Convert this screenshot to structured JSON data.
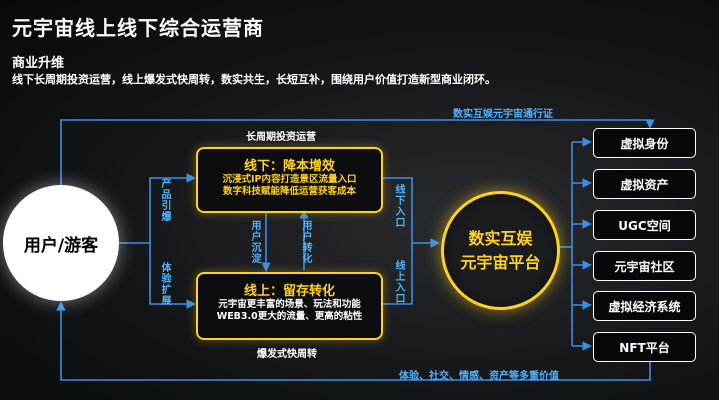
{
  "title": "元宇宙线上线下综合运营商",
  "subtitle": "商业升维",
  "description": "线下长周期投资运营，线上爆发式快周转，数实共生，长短互补，围绕用户价值打造新型商业闭环。",
  "user_node": "用户/游客",
  "platform_node": {
    "line1": "数实互娱",
    "line2": "元宇宙平台"
  },
  "offline_box": {
    "title": "线下：降本增效",
    "line1": "沉浸式IP内容打造景区流量入口",
    "line2": "数字科技赋能降低运营获客成本"
  },
  "online_box": {
    "title": "线上：留存转化",
    "line1": "元宇宙更丰富的场景、玩法和功能",
    "line2": "WEB3.0更大的流量、更高的粘性"
  },
  "labels": {
    "long_cycle": "长周期投资运营",
    "burst_cycle": "爆发式快周转",
    "product_drain": "产品引爆",
    "experience_expand": "体验扩展",
    "user_precipitate": "用户沉淀",
    "user_convert": "用户转化",
    "offline_entry": "线下入口",
    "online_entry": "线上入口",
    "pass": "数实互娱元宇宙通行证",
    "value": "体验、社交、情感、资产等多重价值"
  },
  "items": [
    "虚拟身份",
    "虚拟资产",
    "UGC空间",
    "元宇宙社区",
    "虚拟经济系统",
    "NFT平台"
  ],
  "colors": {
    "accent": "#ffd21e",
    "label_blue": "#4db3ff",
    "line_blue": "#3a8ee6"
  }
}
